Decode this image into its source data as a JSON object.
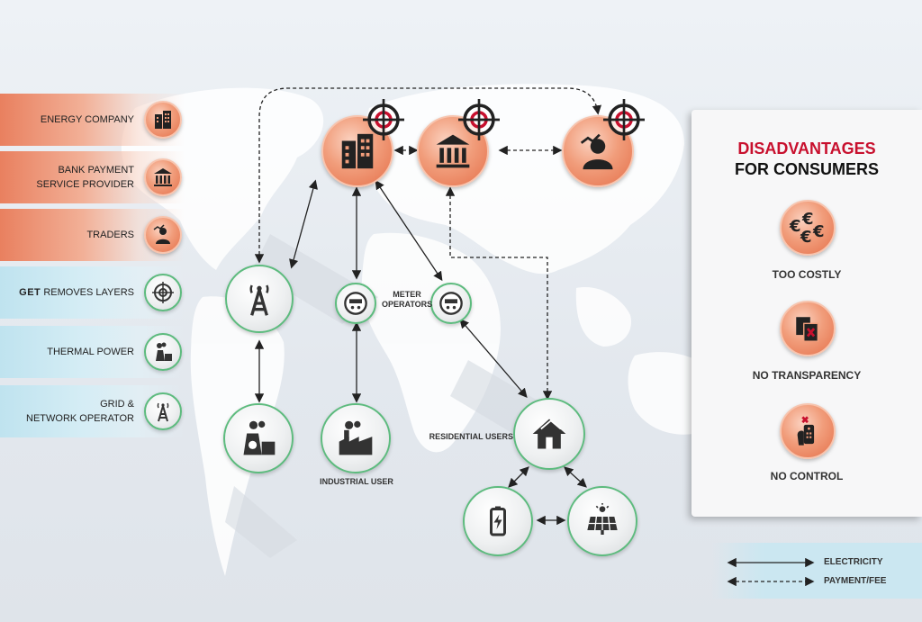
{
  "left_labels": [
    {
      "text": "ENERGY COMPANY",
      "icon": "building-icon"
    },
    {
      "text": "BANK PAYMENT\nSERVICE PROVIDER",
      "icon": "bank-icon"
    },
    {
      "text": "TRADERS",
      "icon": "trader-icon"
    },
    {
      "brand": "GET",
      "text": "REMOVES LAYERS",
      "icon": "target-icon"
    },
    {
      "text": "THERMAL POWER",
      "icon": "thermal-plant-icon"
    },
    {
      "text": "GRID &\nNETWORK OPERATOR",
      "icon": "transmission-tower-icon"
    }
  ],
  "node_labels": {
    "meter_operators": "METER\nOPERATORS",
    "residential_users": "RESIDENTIAL USERS",
    "industrial_user": "INDUSTRIAL USER"
  },
  "panel": {
    "title_red": "DISADVANTAGES",
    "title_black": "FOR CONSUMERS",
    "items": [
      {
        "label": "TOO COSTLY",
        "icon": "euro-coins-icon"
      },
      {
        "label": "NO TRANSPARENCY",
        "icon": "no-transparency-icon"
      },
      {
        "label": "NO CONTROL",
        "icon": "no-control-icon"
      }
    ]
  },
  "legend": {
    "electricity": "ELECTRICITY",
    "payment": "PAYMENT/FEE"
  },
  "colors": {
    "accent_orange": "#e5704a",
    "green_ring": "#5dbb7e",
    "title_red": "#c8102e"
  }
}
